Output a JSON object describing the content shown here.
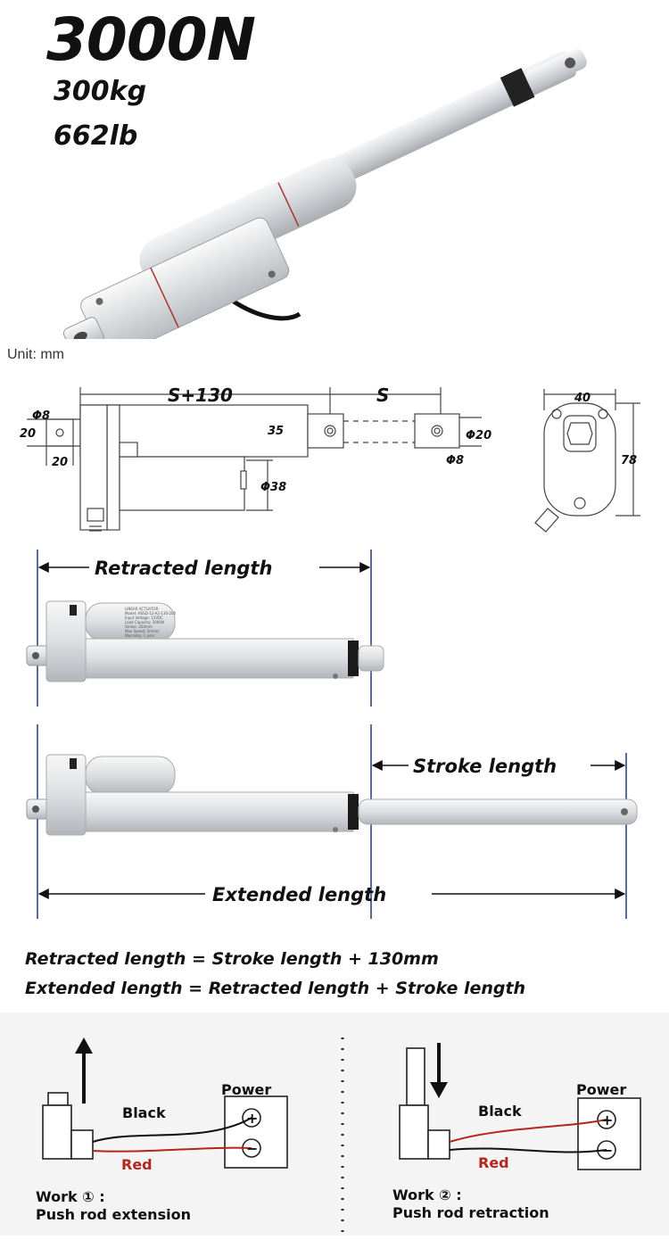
{
  "header": {
    "force": "3000N",
    "weight_kg": "300kg",
    "weight_lb": "662lb"
  },
  "drawing": {
    "unit": "Unit: mm",
    "dim_s130": "S+130",
    "dim_s": "S",
    "dim_phi8_left": "Φ8",
    "dim_20_left": "20",
    "dim_20_bottom": "20",
    "dim_35": "35",
    "dim_phi38": "Φ38",
    "dim_phi20": "Φ20",
    "dim_phi8_right": "Φ8",
    "dim_40": "40",
    "dim_78": "78"
  },
  "lengths": {
    "retracted": "Retracted length",
    "stroke": "Stroke length",
    "extended": "Extended length",
    "label_lines": [
      "LINEAR ACTUATOR",
      "Model: HSSD-12-A2-130-200",
      "Input Voltage: 12VDC",
      "Load Capacity: 3000N",
      "Stroke: 200mm",
      "Max Speed: 5mm/s",
      "Warranty: 1 year"
    ]
  },
  "formulas": {
    "f1": "Retracted length = Stroke length + 130mm",
    "f2": "Extended length = Retracted length + Stroke length"
  },
  "wiring": {
    "left": {
      "power": "Power",
      "black": "Black",
      "red": "Red",
      "plus": "+",
      "minus": "−",
      "work": "Work ① :",
      "desc": "Push rod extension"
    },
    "right": {
      "power": "Power",
      "black": "Black",
      "red": "Red",
      "plus": "+",
      "minus": "−",
      "work": "Work ② :",
      "desc": "Push rod retraction"
    },
    "colors": {
      "black_wire": "#111111",
      "red_wire": "#b3261e"
    }
  }
}
